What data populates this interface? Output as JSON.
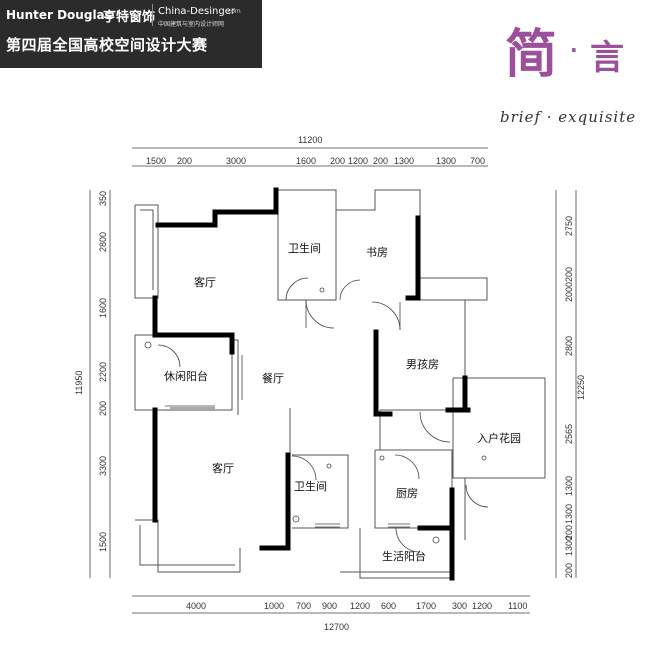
{
  "banner": {
    "brand": "Hunter Douglas",
    "brand_cn": "亨特窗饰",
    "site": "China-Desinger",
    "site_tld": ".com",
    "site_cn": "中国建筑与室内设计师网",
    "contest": "第四届全国高校空间设计大赛"
  },
  "logo": {
    "char1": "简",
    "dot": "·",
    "char2": "言",
    "slogan": "brief · exquisite"
  },
  "rooms": {
    "living_top": "客厅",
    "bath_top": "卫生间",
    "study": "书房",
    "leisure_balcony": "休闲阳台",
    "dining": "餐厅",
    "boys_room": "男孩房",
    "entry_garden": "入户花园",
    "living_bottom": "客厅",
    "bath_bottom": "卫生间",
    "kitchen": "厨房",
    "service_balcony": "生活阳台"
  },
  "dimensions": {
    "top_total": "11200",
    "top": [
      "1500",
      "200",
      "3000",
      "1600",
      "200",
      "1200",
      "200",
      "1300",
      "1300",
      "700"
    ],
    "bottom_total": "12700",
    "bottom": [
      "4000",
      "1000",
      "700",
      "900",
      "1200",
      "600",
      "1700",
      "300",
      "1200",
      "1100"
    ],
    "left_total": "11950",
    "left": [
      "350",
      "2800",
      "1600",
      "2200",
      "200",
      "3300",
      "1500"
    ],
    "right_total": "12250",
    "right": [
      "2750",
      "200",
      "2000",
      "2800",
      "2565",
      "1300",
      "1300",
      "200",
      "1300",
      "200"
    ]
  },
  "colors": {
    "logo": "#9c4f9a",
    "banner": "#2b2b2b",
    "wall": "#000000"
  }
}
